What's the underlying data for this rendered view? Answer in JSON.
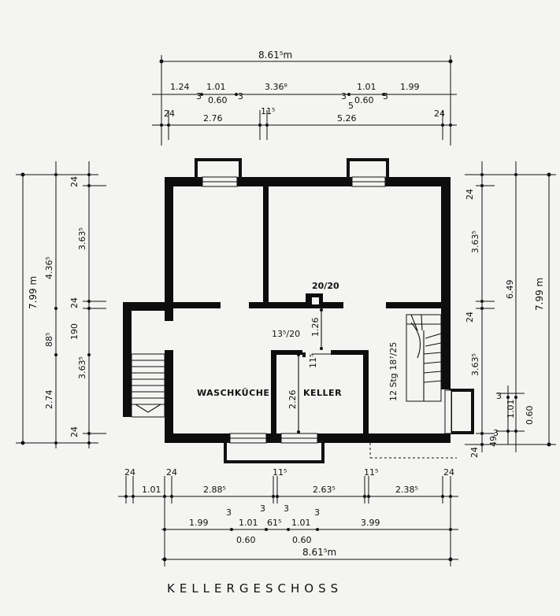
{
  "caption": "KELLERGESCHOSS",
  "rooms": {
    "waschkueche": "WASCHKÜCHE",
    "keller": "KELLER"
  },
  "annotations": {
    "chimney": "20/20",
    "shaft": "13⁵/20",
    "stair_label": "12 Stg 18⁷/25",
    "keller_width": "2.26",
    "door_height": "1.26",
    "door_small": "11⁵"
  },
  "top_dims": {
    "overall": "8.61⁵m",
    "row2": [
      "1.24",
      "1.01",
      "3.36⁸",
      "1.01",
      "1.99"
    ],
    "row2_small": [
      "3",
      "0.60",
      "3",
      "3",
      "0.60",
      "3",
      "5"
    ],
    "row3": [
      "24",
      "2.76",
      "11⁵",
      "5.26",
      "24"
    ]
  },
  "left_dims": {
    "overall": "7.99 m",
    "col2": [
      "4.36⁵",
      "88⁵",
      "2.74"
    ],
    "col3": [
      "24",
      "3.63⁵",
      "24",
      "190",
      "3.63⁵",
      "24"
    ]
  },
  "right_dims": {
    "overall": "7.99 m",
    "col2": [
      "6.49"
    ],
    "col3": [
      "24",
      "3.63⁵",
      "24",
      "3.63⁵",
      "3",
      "1.01",
      "0.60",
      "3",
      "49",
      "24"
    ]
  },
  "bottom_dims": {
    "row1": [
      "24",
      "1.01",
      "24",
      "2.88⁵",
      "11⁵",
      "2.63⁵",
      "11⁵",
      "2.38⁵",
      "24"
    ],
    "row2": [
      "1.99",
      "3",
      "1.01",
      "3",
      "61⁵",
      "3",
      "1.01",
      "3",
      "3.99"
    ],
    "row2_small": [
      "0.60",
      "0.60"
    ],
    "overall": "8.61⁵m"
  }
}
